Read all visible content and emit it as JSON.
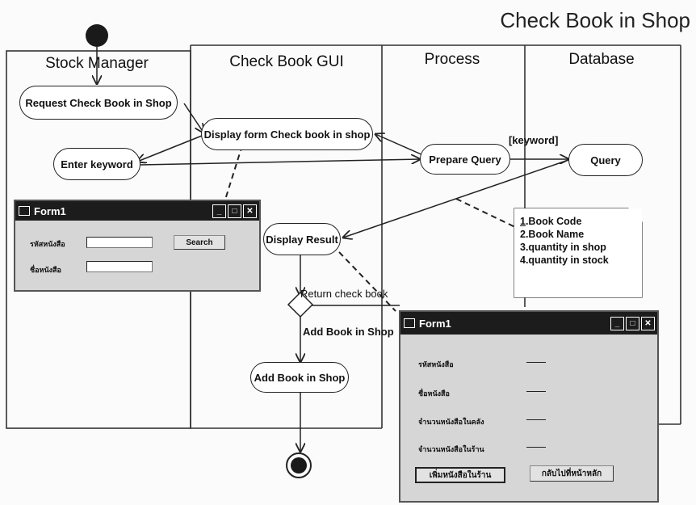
{
  "title": "Check Book in Shop",
  "lanes": [
    "Stock Manager",
    "Check Book GUI",
    "Process",
    "Database"
  ],
  "nodes": {
    "request": "Request Check Book in Shop",
    "enter_keyword": "Enter keyword",
    "display_form": "Display form Check book in shop",
    "prepare_query": "Prepare Query",
    "query": "Query",
    "display_result": "Display Result",
    "add_book": "Add Book in Shop"
  },
  "edge_labels": {
    "keyword": "[keyword]",
    "return_check": "Return check book",
    "add_book": "Add Book in Shop"
  },
  "note_items": [
    {
      "num": "1",
      "text": ".Book Code"
    },
    {
      "num": "2",
      "text": ".Book Name"
    },
    {
      "num": "3",
      "text": ".quantity in shop"
    },
    {
      "num": "4",
      "text": ".quantity in stock"
    }
  ],
  "form_search": {
    "title": "Form1",
    "field1_label": "รหัสหนังสือ",
    "field2_label": "ชื่อหนังสือ",
    "search_button": "Search"
  },
  "form_result": {
    "title": "Form1",
    "labels": [
      "รหัสหนังสือ",
      "ชื่อหนังสือ",
      "จำนวนหนังสือในคลัง",
      "จำนวนหนังสือในร้าน"
    ],
    "add_button": "เพิ่มหนังสือในร้าน",
    "back_button": "กลับไปที่หน้าหลัก"
  },
  "colors": {
    "ink": "#222222",
    "titlebar": "#1c1c1c",
    "form_bg": "#d6d6d6"
  }
}
